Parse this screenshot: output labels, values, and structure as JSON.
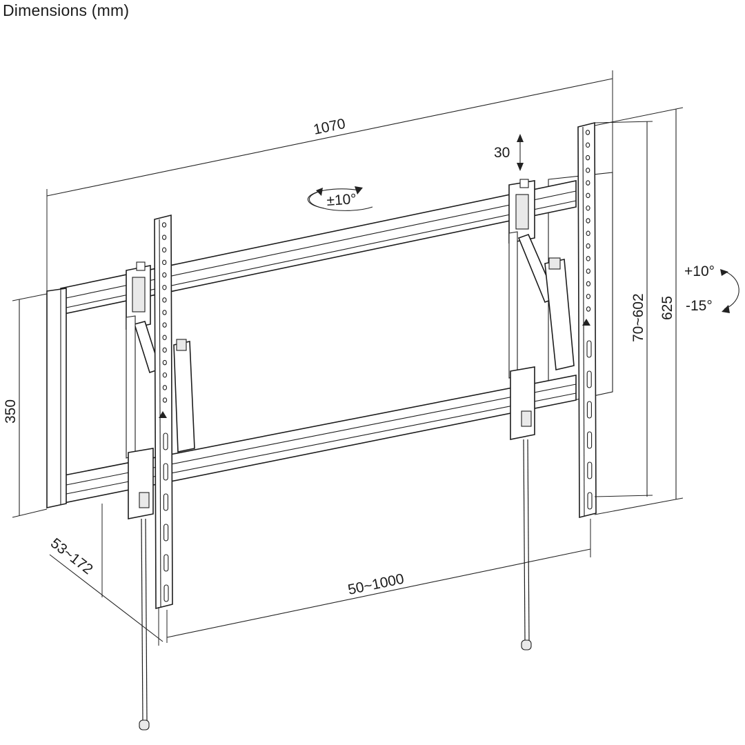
{
  "title": "Dimensions (mm)",
  "dimensions": {
    "overall_width": "1070",
    "height_adjust": "30",
    "level_adjust": "±10°",
    "tilt_up": "+10°",
    "tilt_down": "-15°",
    "vesa_vertical": "70~602",
    "bracket_height": "625",
    "frame_height": "350",
    "wall_distance": "53~172",
    "vesa_horizontal": "50~1000"
  },
  "colors": {
    "line": "#1c1c1c",
    "background": "#ffffff"
  }
}
